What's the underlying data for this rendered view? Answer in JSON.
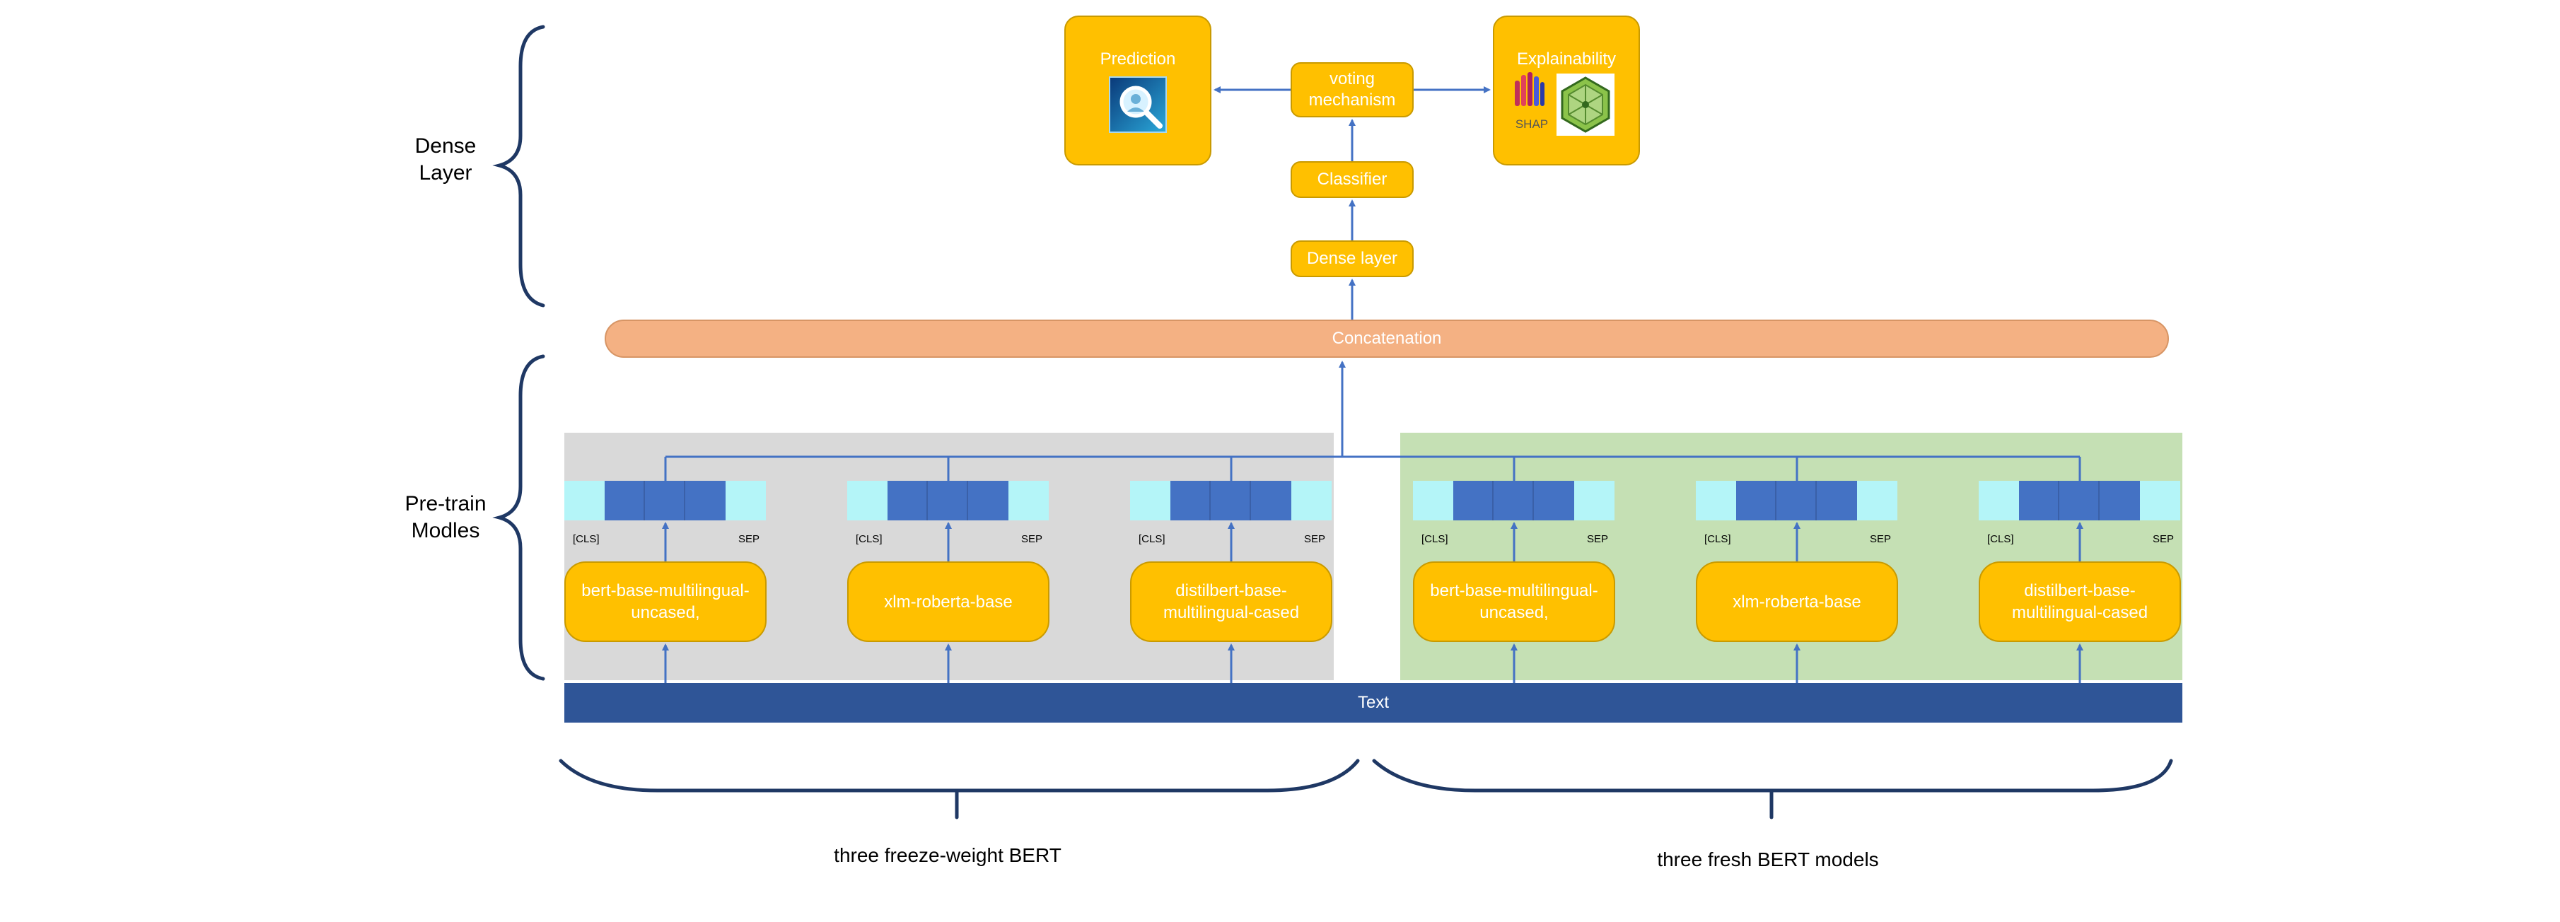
{
  "side_labels": {
    "dense_layer": "Dense\nLayer",
    "pretrain": "Pre-train\nModles"
  },
  "top": {
    "prediction": "Prediction",
    "voting": "voting\nmechanism",
    "explainability": "Explainability",
    "shap": "SHAP",
    "classifier": "Classifier",
    "dense_layer": "Dense layer",
    "concatenation": "Concatenation"
  },
  "models": [
    {
      "label": "bert-base-multilingual-\nuncased,",
      "cls": "[CLS]",
      "sep": "SEP"
    },
    {
      "label": "xlm-roberta-base",
      "cls": "[CLS]",
      "sep": "SEP"
    },
    {
      "label": "distilbert-base-\nmultilingual-cased",
      "cls": "[CLS]",
      "sep": "SEP"
    },
    {
      "label": "bert-base-multilingual-\nuncased,",
      "cls": "[CLS]",
      "sep": "SEP"
    },
    {
      "label": "xlm-roberta-base",
      "cls": "[CLS]",
      "sep": "SEP"
    },
    {
      "label": "distilbert-base-\nmultilingual-cased",
      "cls": "[CLS]",
      "sep": "SEP"
    }
  ],
  "text_bar": "Text",
  "groups": {
    "frozen": "three freeze-weight BERT",
    "fresh": "three fresh BERT models"
  },
  "colors": {
    "accent_yellow": "#ffc000",
    "concat_orange": "#f4b183",
    "arrow_blue": "#4472c4",
    "text_bar_navy": "#2f5597",
    "brace_navy": "#1f3864",
    "panel_gray": "#d9d9d9",
    "panel_green": "#c5e0b4"
  },
  "icons": [
    "prediction-magnifier-icon",
    "shap-logo-icon",
    "lime-logo-icon"
  ]
}
